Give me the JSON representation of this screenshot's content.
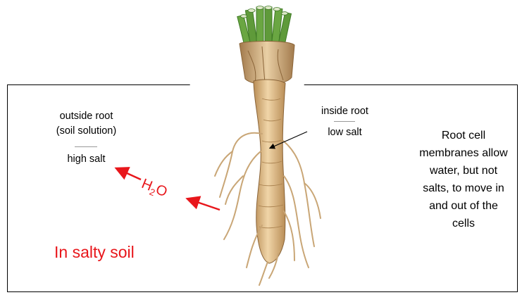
{
  "labels": {
    "outside_line1": "outside root",
    "outside_line2": "(soil solution)",
    "outside_salt": "high salt",
    "inside_line1": "inside root",
    "inside_salt": "low salt",
    "water_h": "H",
    "water_sub": "2",
    "water_o": "O",
    "soil_condition": "In salty soil",
    "explanation": "Root cell membranes allow water, but not salts, to move in and out of the cells"
  },
  "colors": {
    "accent_red": "#e8161b",
    "root_tan": "#e2c190",
    "root_shadow": "#b98d56",
    "leaf_green": "#5f9a3a"
  },
  "icons": [
    "root-illustration",
    "water-flow-arrow",
    "pointer-arrow"
  ]
}
